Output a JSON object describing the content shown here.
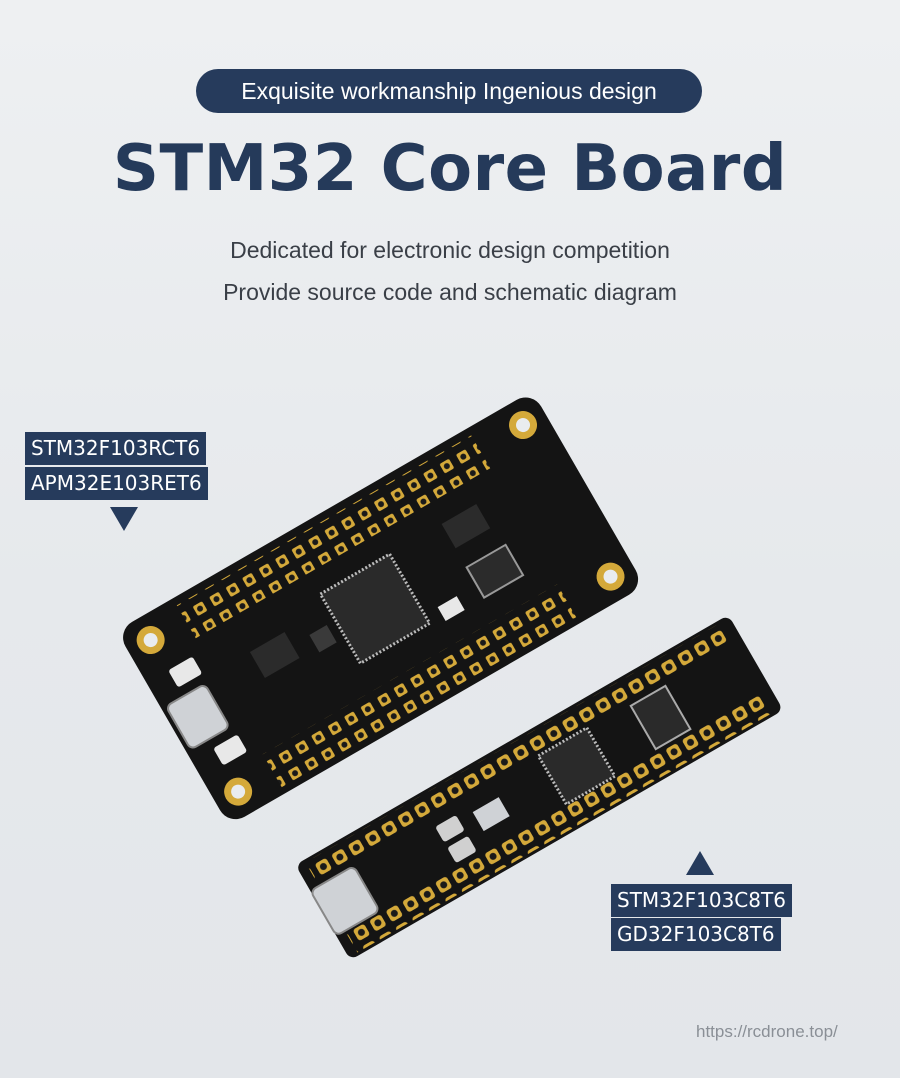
{
  "header": {
    "tagline": "Exquisite workmanship  Ingenious design",
    "title": "STM32 Core Board",
    "subtitle_1": "Dedicated for electronic design competition",
    "subtitle_2": "Provide source code and schematic diagram"
  },
  "labels": {
    "big_board": [
      "STM32F103RCT6",
      "APM32E103RET6"
    ],
    "small_board": [
      "STM32F103C8T6",
      "GD32F103C8T6"
    ]
  },
  "footer": {
    "url": "https://rcdrone.top/"
  },
  "colors": {
    "navy": "#263b5c",
    "pcb": "#141414",
    "gold": "#c9a227"
  }
}
